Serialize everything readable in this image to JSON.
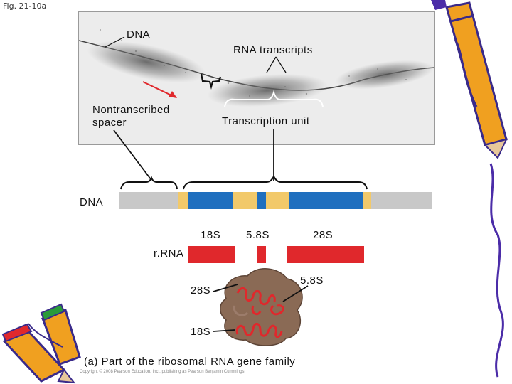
{
  "figure_label": "Fig. 21-10a",
  "micrograph": {
    "dna_label": "DNA",
    "rna_transcripts_label": "RNA transcripts",
    "nontranscribed_label_line1": "Nontranscribed",
    "nontranscribed_label_line2": "spacer",
    "transcription_unit_label": "Transcription unit"
  },
  "gene_diagram": {
    "dna_label": "DNA",
    "rrna_label": "r.RNA",
    "segments": [
      "18S",
      "5.8S",
      "28S"
    ]
  },
  "ribosome": {
    "label_28s": "28S",
    "label_58s": "5.8S",
    "label_18s": "18S"
  },
  "caption": "(a) Part of the ribosomal RNA gene family",
  "copyright": "Copyright © 2008 Pearson Education, Inc., publishing as Pearson Benjamin Cummings.",
  "colors": {
    "dna_blue": "#1f6fbf",
    "spacer_gray": "#c8c8c8",
    "etd_yellow": "#f2c96a",
    "rrna_red": "#e0282c",
    "ribosome_brown": "#8a6a55",
    "pencil_orange": "#f0a020",
    "pencil_purple": "#4b2ca8"
  }
}
